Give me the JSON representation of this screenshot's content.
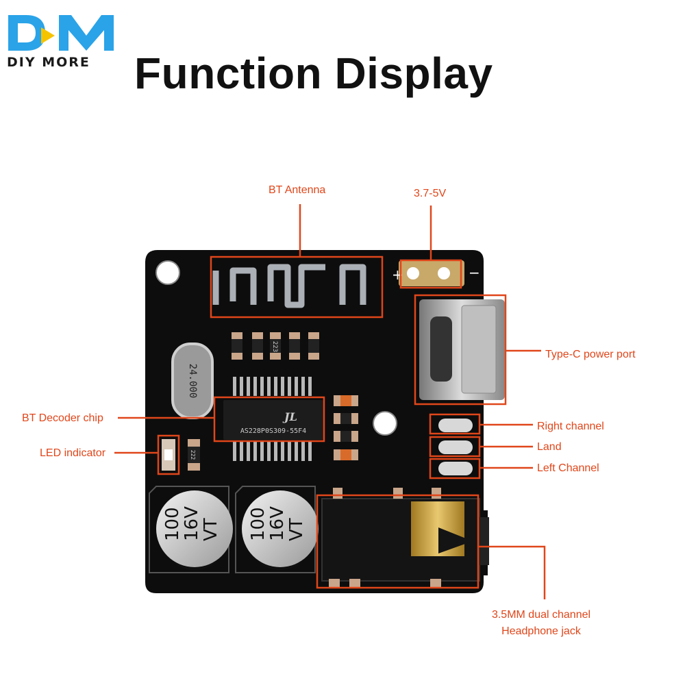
{
  "brand": {
    "logo_letters": "DM",
    "subtitle": "DIY MORE",
    "logo_color": "#2aa3e8"
  },
  "title": "Function Display",
  "accent_color": "#e0461a",
  "callouts": {
    "antenna": "BT Antenna",
    "voltage": "3.7-5V",
    "typec": "Type-C power port",
    "decoder": "BT Decoder chip",
    "led": "LED indicator",
    "right": "Right channel",
    "land": "Land",
    "left": "Left Channel",
    "jack_line1": "3.5MM dual channel",
    "jack_line2": "Headphone jack"
  },
  "board": {
    "plus_sign": "+",
    "minus_sign": "−",
    "chip_brand": "JL",
    "chip_marking": "AS228P0S309-55F4",
    "crystal_marking": "24.000",
    "resistor_a": "223",
    "resistor_b": "222",
    "cap1_line1": "100",
    "cap1_line2": "16V",
    "cap1_line3": "VT",
    "cap2_line1": "100",
    "cap2_line2": "16V",
    "cap2_line3": "VT"
  }
}
